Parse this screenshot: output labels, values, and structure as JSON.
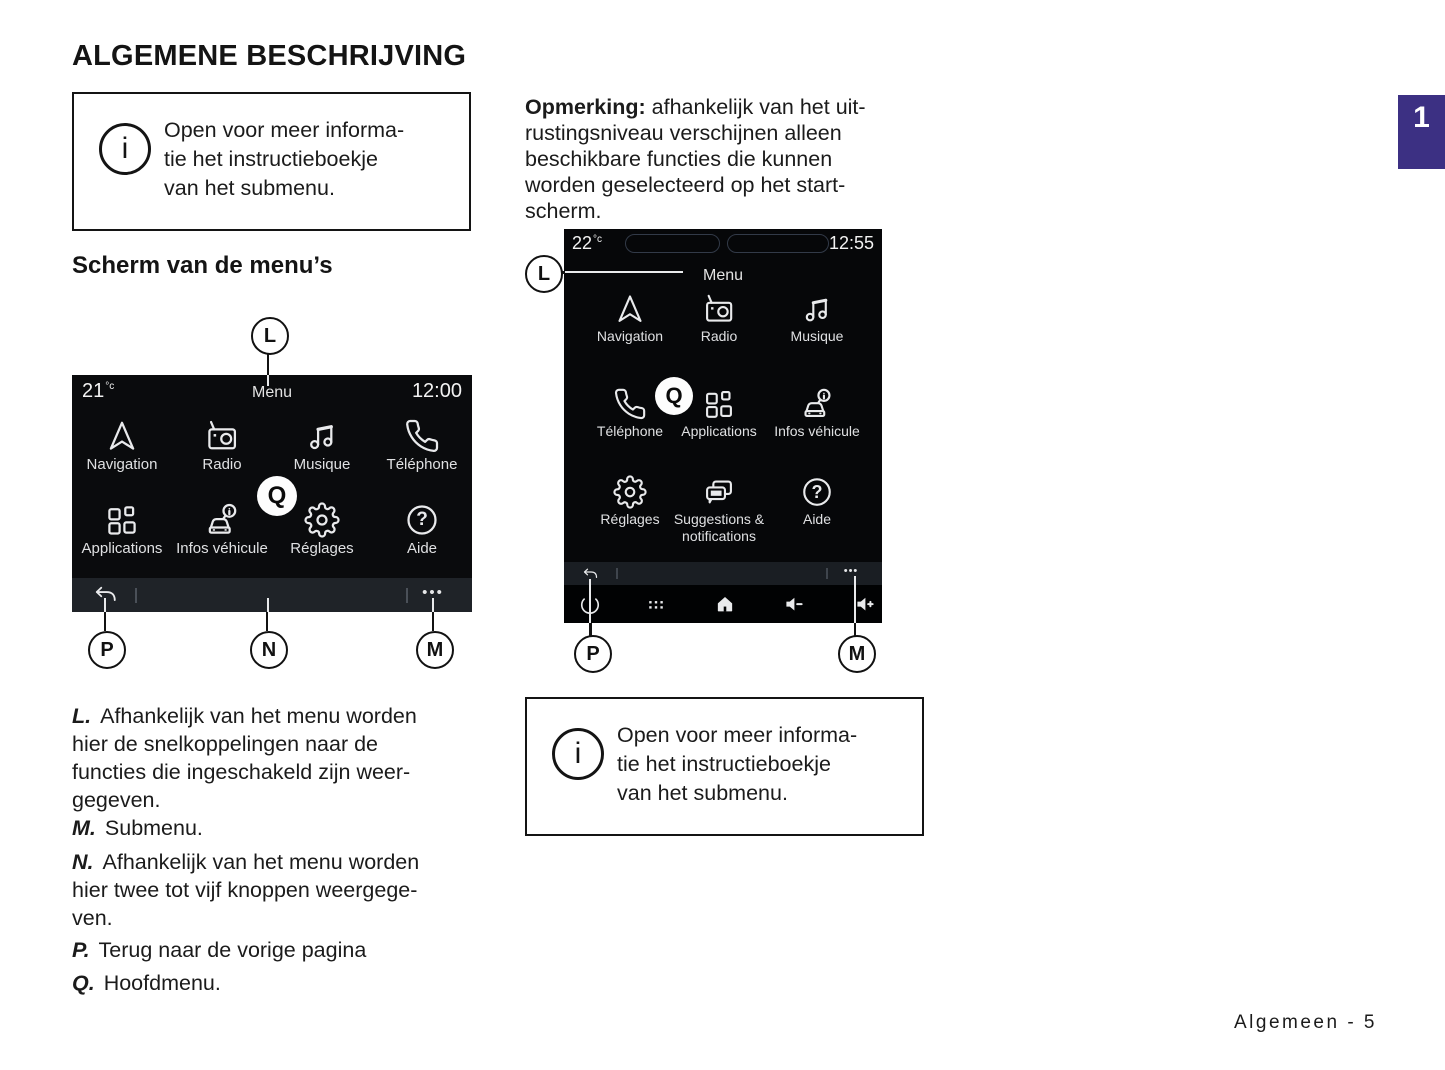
{
  "page": {
    "title": "ALGEMENE BESCHRIJVING",
    "section_heading": "Scherm van de menu’s",
    "chapter_tab": "1",
    "footer": "Algemeen - 5"
  },
  "info_box_top": {
    "lines": [
      "Open voor meer informa-",
      "tie het instructieboekje",
      "van het submenu."
    ]
  },
  "info_box_bottom": {
    "lines": [
      "Open voor meer informa-",
      "tie het instructieboekje",
      "van het submenu."
    ]
  },
  "note": {
    "label": "Opmerking:",
    "lines": [
      "afhankelijk van het uit-",
      "rustingsniveau verschijnen alleen",
      "beschikbare functies die kunnen",
      "worden geselecteerd op het start-",
      "scherm."
    ]
  },
  "screen_left": {
    "temperature": "21",
    "degree_unit": "°c",
    "menu_title": "Menu",
    "clock": "12:00",
    "row1": [
      {
        "label": "Navigation",
        "icon": "navigation-icon"
      },
      {
        "label": "Radio",
        "icon": "radio-icon"
      },
      {
        "label": "Musique",
        "icon": "music-icon"
      },
      {
        "label": "Téléphone",
        "icon": "phone-icon"
      }
    ],
    "row2": [
      {
        "label": "Applications",
        "icon": "applications-icon"
      },
      {
        "label": "Infos véhicule",
        "icon": "vehicle-info-icon"
      },
      {
        "label": "Réglages",
        "icon": "settings-gear-icon"
      },
      {
        "label": "Aide",
        "icon": "help-icon"
      }
    ]
  },
  "screen_right": {
    "temperature": "22",
    "degree_unit": "°c",
    "menu_title": "Menu",
    "clock": "12:55",
    "row1": [
      {
        "label": "Navigation",
        "icon": "navigation-icon"
      },
      {
        "label": "Radio",
        "icon": "radio-icon"
      },
      {
        "label": "Musique",
        "icon": "music-icon"
      }
    ],
    "row2": [
      {
        "label": "Téléphone",
        "icon": "phone-icon"
      },
      {
        "label": "Applications",
        "icon": "applications-icon"
      },
      {
        "label": "Infos véhicule",
        "icon": "vehicle-info-icon"
      }
    ],
    "row3": [
      {
        "label": "Réglages",
        "icon": "settings-gear-icon"
      },
      {
        "label": "Suggestions &",
        "label2": "notifications",
        "icon": "suggestions-notifications-icon"
      },
      {
        "label": "Aide",
        "icon": "help-icon"
      }
    ]
  },
  "callouts": {
    "l": "L",
    "m": "M",
    "n": "N",
    "p": "P",
    "q": "Q"
  },
  "glyphs": {
    "info": "i",
    "help": "?",
    "more": "•••"
  },
  "legend": [
    {
      "letter": "L.",
      "lines": [
        "Afhankelijk van het menu worden",
        "hier de snelkoppelingen naar de",
        "functies die ingeschakeld zijn weer-",
        "gegeven."
      ]
    },
    {
      "letter": "M.",
      "lines": [
        "Submenu."
      ]
    },
    {
      "letter": "N.",
      "lines": [
        "Afhankelijk van het menu worden",
        "hier twee tot vijf knoppen weergege-",
        "ven."
      ]
    },
    {
      "letter": "P.",
      "lines": [
        "Terug naar de vorige pagina"
      ]
    },
    {
      "letter": "Q.",
      "lines": [
        "Hoofdmenu."
      ]
    }
  ],
  "colors": {
    "chapter_tab_bg": "#3C3083",
    "screen_bg": "#0A0B0D",
    "screen_bottom_bar": "#1F2328",
    "system_bar": "#010203",
    "ink": "#161616"
  }
}
